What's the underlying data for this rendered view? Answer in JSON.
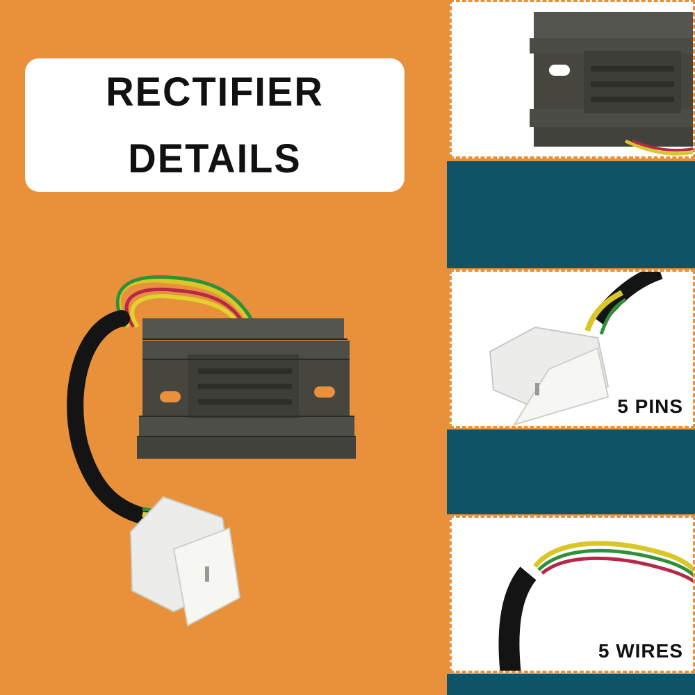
{
  "header": {
    "line1": "RECTIFIER",
    "line2": "DETAILS"
  },
  "panels": [
    {
      "caption": ""
    },
    {
      "caption": "5 PINS"
    },
    {
      "caption": "5 WIRES"
    }
  ],
  "colors": {
    "background": "#E8913A",
    "teal": "#0F5366",
    "module": "#4A4A48",
    "white": "#FFFFFF"
  }
}
